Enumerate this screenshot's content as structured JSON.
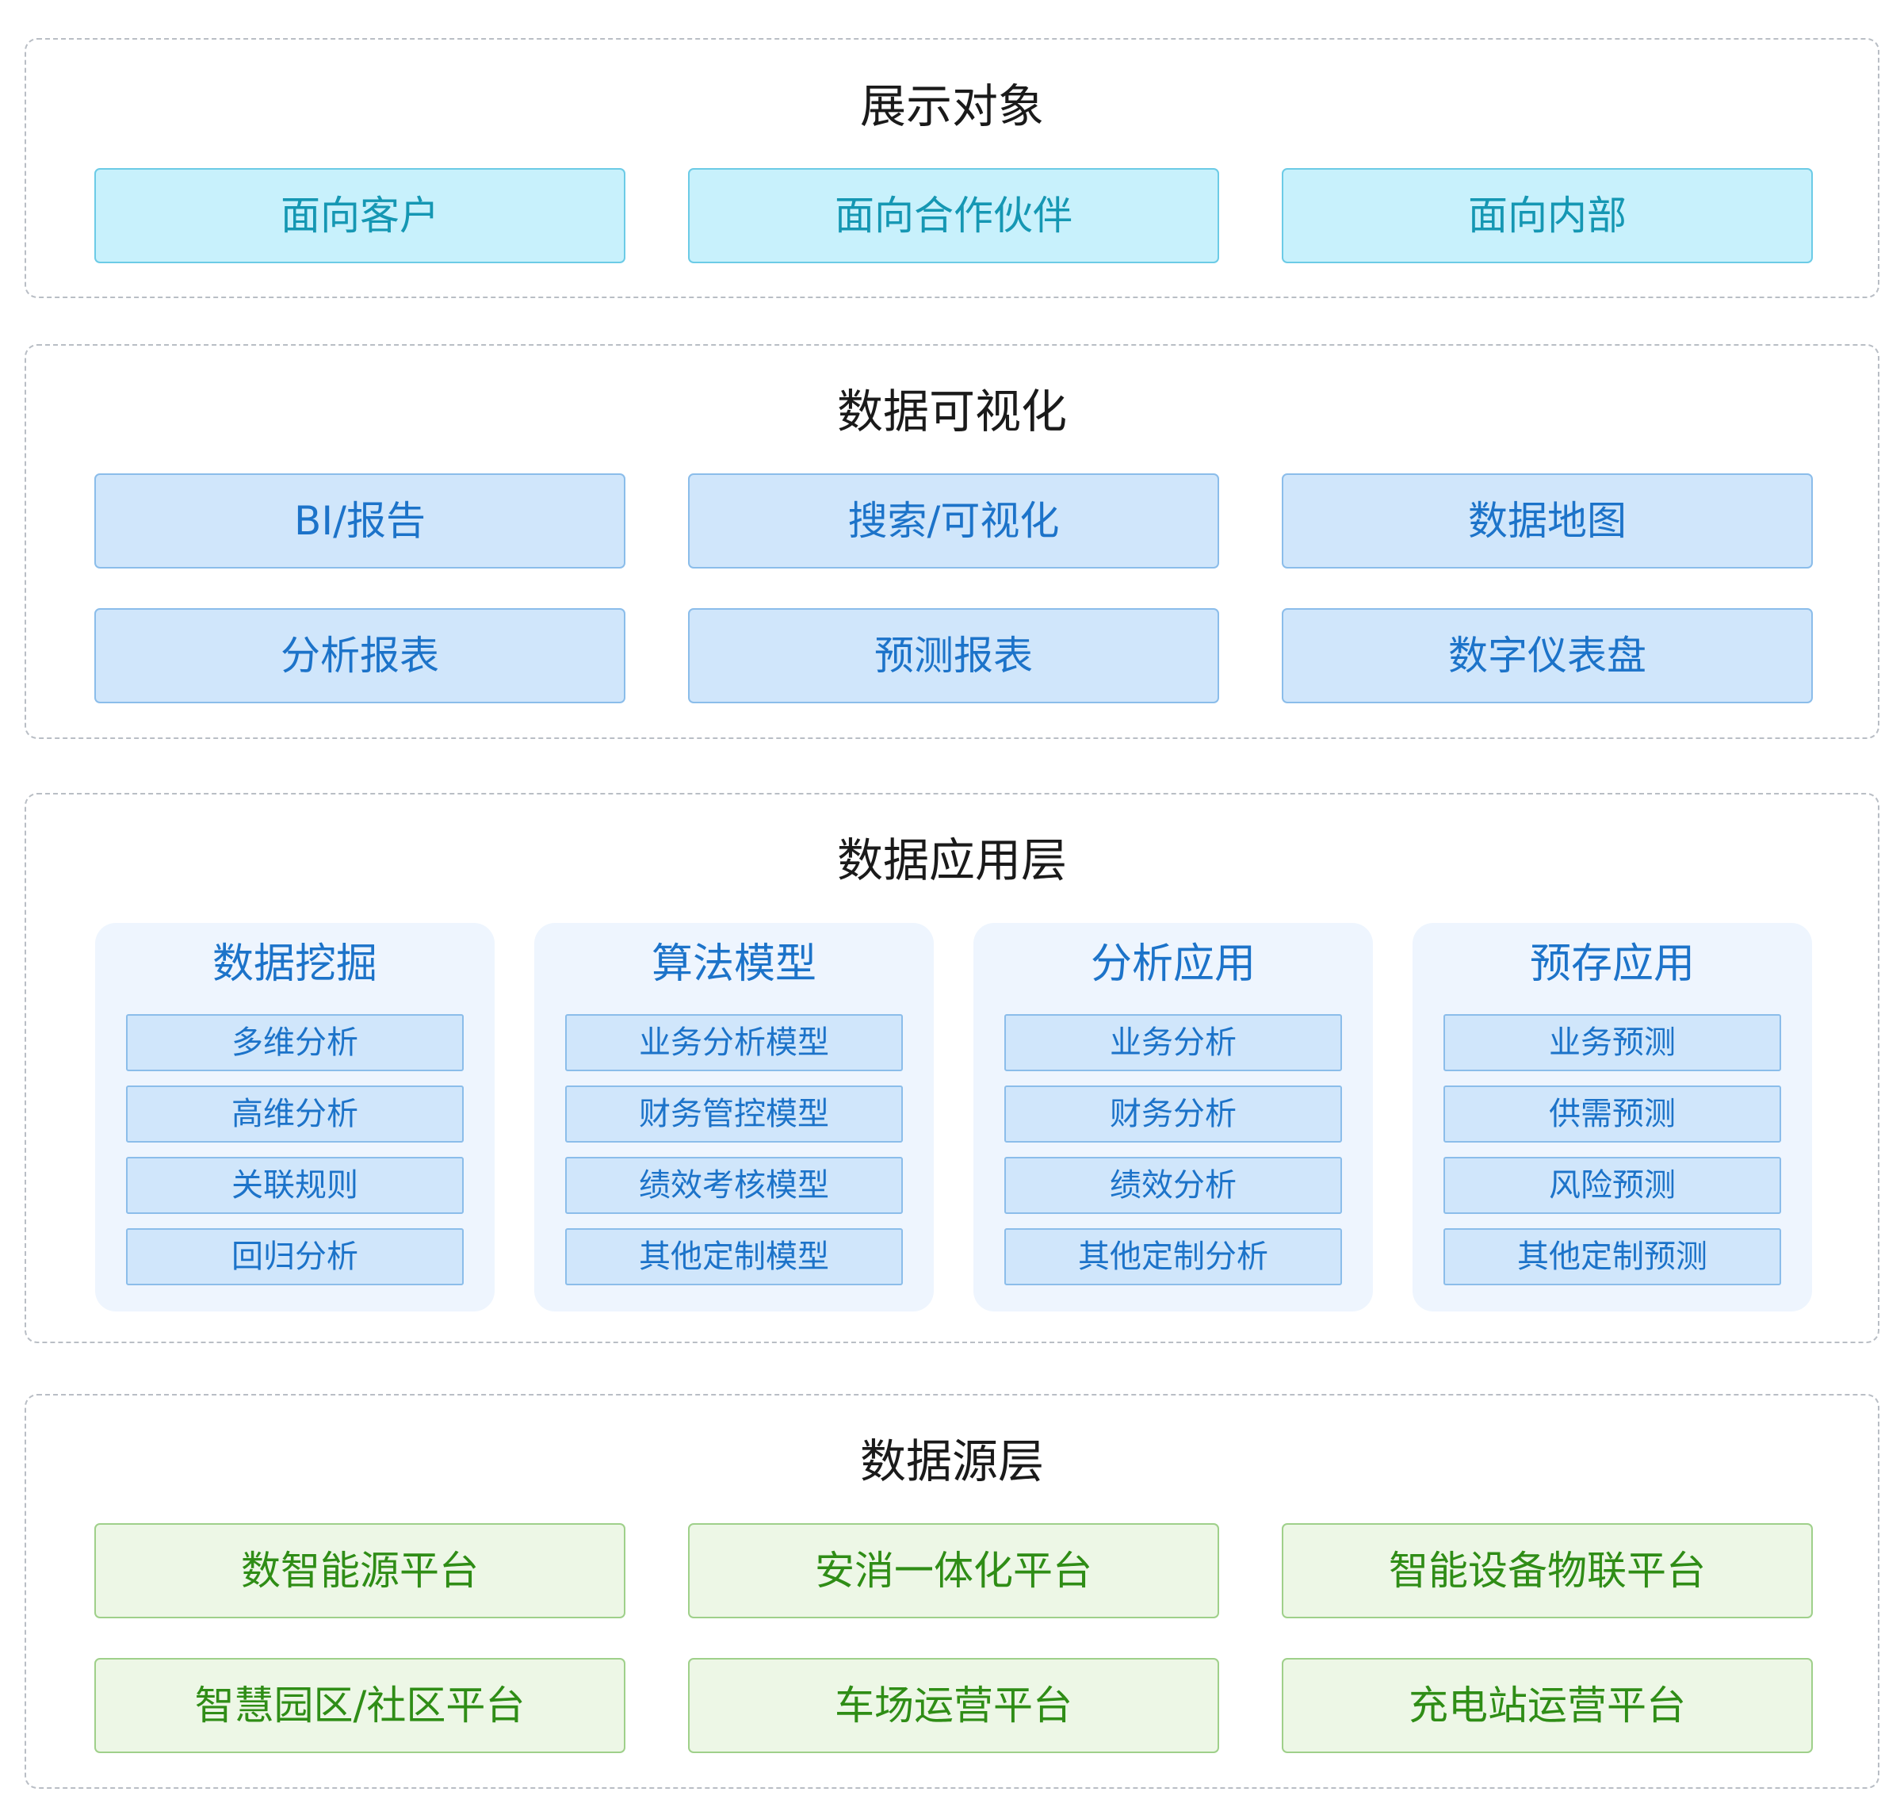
{
  "layers": {
    "display": {
      "title": "展示对象",
      "items": [
        "面向客户",
        "面向合作伙伴",
        "面向内部"
      ]
    },
    "visualization": {
      "title": "数据可视化",
      "items": [
        "BI/报告",
        "搜索/可视化",
        "数据地图",
        "分析报表",
        "预测报表",
        "数字仪表盘"
      ]
    },
    "application": {
      "title": "数据应用层",
      "groups": [
        {
          "title": "数据挖掘",
          "items": [
            "多维分析",
            "高维分析",
            "关联规则",
            "回归分析"
          ]
        },
        {
          "title": "算法模型",
          "items": [
            "业务分析模型",
            "财务管控模型",
            "绩效考核模型",
            "其他定制模型"
          ]
        },
        {
          "title": "分析应用",
          "items": [
            "业务分析",
            "财务分析",
            "绩效分析",
            "其他定制分析"
          ]
        },
        {
          "title": "预存应用",
          "items": [
            "业务预测",
            "供需预测",
            "风险预测",
            "其他定制预测"
          ]
        }
      ]
    },
    "source": {
      "title": "数据源层",
      "items": [
        "数智能源平台",
        "安消一体化平台",
        "智能设备物联平台",
        "智慧园区/社区平台",
        "车场运营平台",
        "充电站运营平台"
      ]
    }
  },
  "colors": {
    "display_fill": "#c8f1fc",
    "display_text": "#1597b3",
    "visualization_fill": "#d0e6fb",
    "visualization_text": "#1c73c9",
    "application_group_fill": "#eef5fe",
    "source_fill": "#edf7e6",
    "source_text": "#2f8d16",
    "layer_border": "#b9bec5"
  }
}
